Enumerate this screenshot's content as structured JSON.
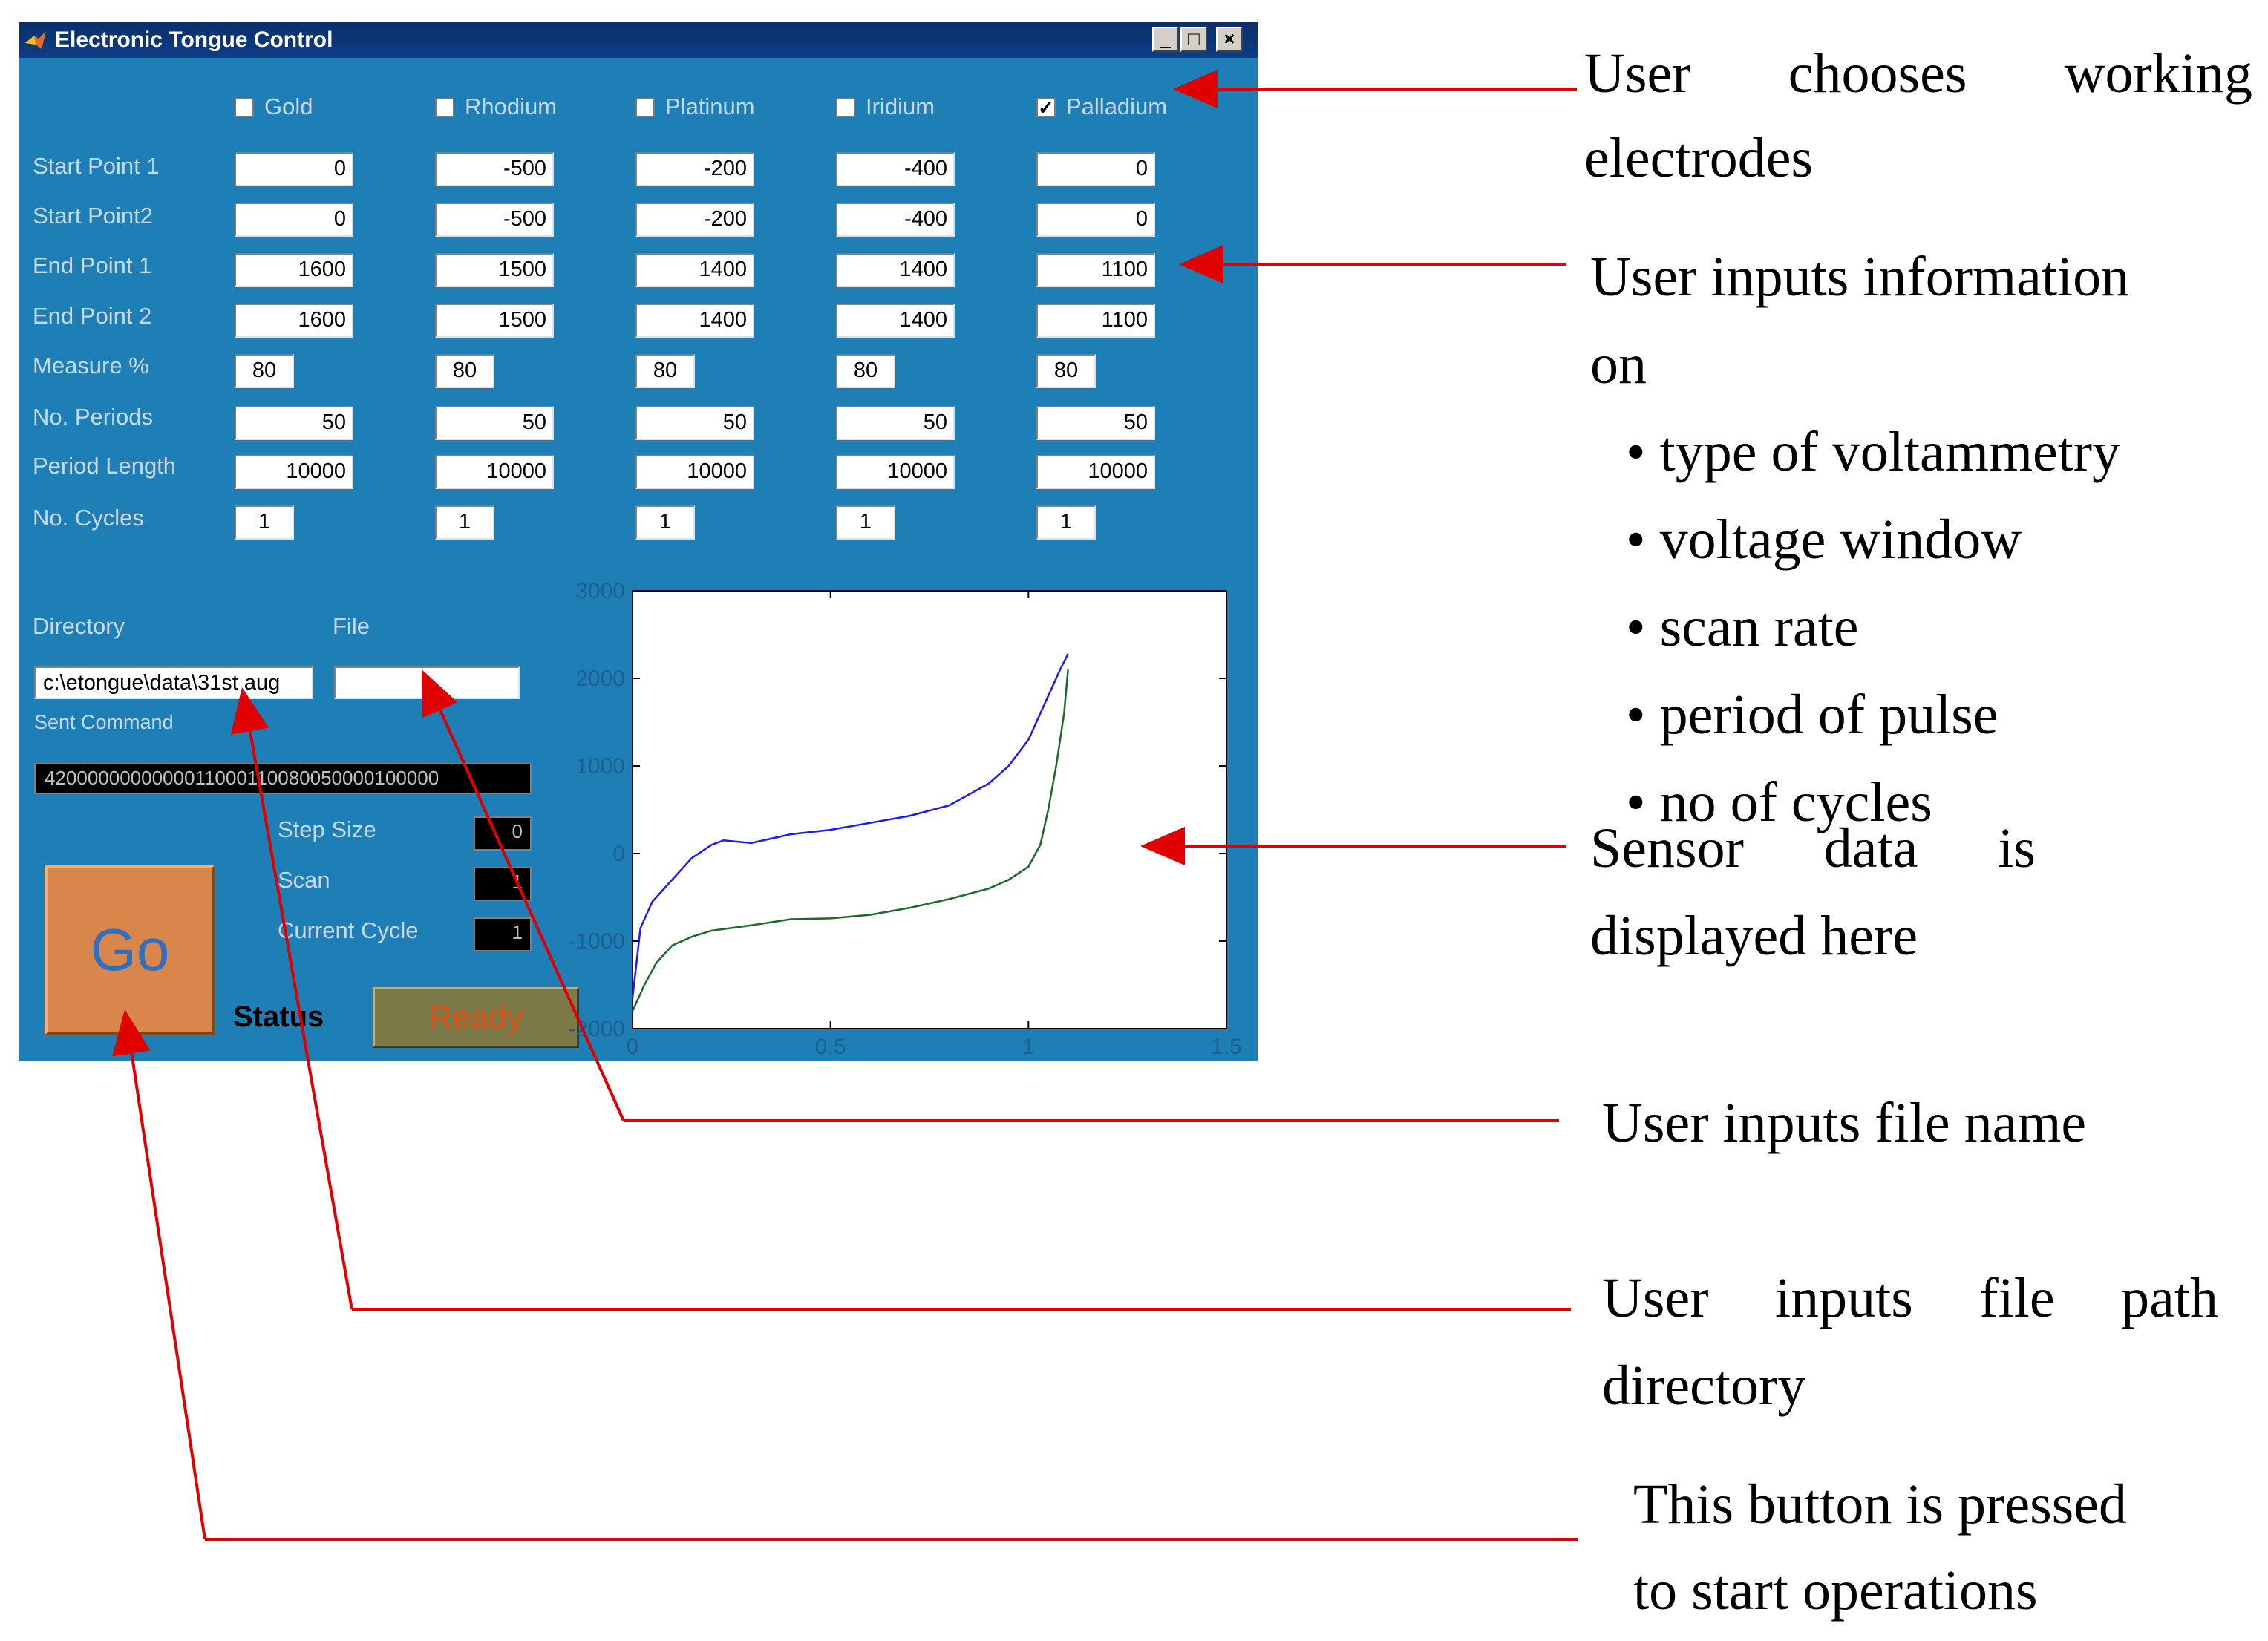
{
  "window": {
    "title": "Electronic Tongue Control",
    "controls": [
      "_",
      "□",
      "×"
    ]
  },
  "electrodes": [
    {
      "label": "Gold",
      "checked": false,
      "start1": "0",
      "start2": "0",
      "end1": "1600",
      "end2": "1600",
      "measure": "80",
      "periods": "50",
      "period_length": "10000",
      "cycles": "1"
    },
    {
      "label": "Rhodium",
      "checked": false,
      "start1": "-500",
      "start2": "-500",
      "end1": "1500",
      "end2": "1500",
      "measure": "80",
      "periods": "50",
      "period_length": "10000",
      "cycles": "1"
    },
    {
      "label": "Platinum",
      "checked": false,
      "start1": "-200",
      "start2": "-200",
      "end1": "1400",
      "end2": "1400",
      "measure": "80",
      "periods": "50",
      "period_length": "10000",
      "cycles": "1"
    },
    {
      "label": "Iridium",
      "checked": false,
      "start1": "-400",
      "start2": "-400",
      "end1": "1400",
      "end2": "1400",
      "measure": "80",
      "periods": "50",
      "period_length": "10000",
      "cycles": "1"
    },
    {
      "label": "Palladium",
      "checked": true,
      "start1": "0",
      "start2": "0",
      "end1": "1100",
      "end2": "1100",
      "measure": "80",
      "periods": "50",
      "period_length": "10000",
      "cycles": "1"
    }
  ],
  "row_labels": {
    "start1": "Start Point 1",
    "start2": "Start Point2",
    "end1": "End Point 1",
    "end2": "End Point 2",
    "measure": "Measure %",
    "periods": "No. Periods",
    "period_length": "Period Length",
    "cycles": "No. Cycles"
  },
  "directory": {
    "label": "Directory",
    "value": "c:\\etongue\\data\\31st aug"
  },
  "file": {
    "label": "File",
    "value": ""
  },
  "sent_command": {
    "label": "Sent Command",
    "value": "4200000000000011000110080050000100000"
  },
  "step_size": {
    "label": "Step Size",
    "value": "0"
  },
  "scan": {
    "label": "Scan",
    "value": "1"
  },
  "current_cycle": {
    "label": "Current Cycle",
    "value": "1"
  },
  "go_button": "Go",
  "status": {
    "label": "Status",
    "value": "Ready"
  },
  "chart_data": {
    "type": "line",
    "xlim": [
      0,
      1.5
    ],
    "ylim": [
      -2000,
      3000
    ],
    "x_ticks": [
      "0",
      "0.5",
      "1",
      "1.5"
    ],
    "y_ticks": [
      "3000",
      "2000",
      "1000",
      "0",
      "-1000",
      "-2000"
    ],
    "series": [
      {
        "color": "#1a1aff",
        "x": [
          0,
          0.02,
          0.05,
          0.1,
          0.15,
          0.2,
          0.23,
          0.3,
          0.4,
          0.5,
          0.6,
          0.7,
          0.8,
          0.9,
          0.95,
          1.0,
          1.03,
          1.06,
          1.08,
          1.1
        ],
        "y": [
          -1650,
          -850,
          -550,
          -300,
          -50,
          100,
          150,
          120,
          220,
          270,
          350,
          430,
          550,
          800,
          1000,
          1300,
          1600,
          1900,
          2100,
          2280
        ]
      },
      {
        "color": "#1a6a2a",
        "x": [
          0,
          0.03,
          0.06,
          0.1,
          0.15,
          0.2,
          0.3,
          0.4,
          0.5,
          0.6,
          0.7,
          0.8,
          0.9,
          0.95,
          1.0,
          1.03,
          1.05,
          1.07,
          1.09,
          1.1
        ],
        "y": [
          -1800,
          -1500,
          -1250,
          -1050,
          -950,
          -880,
          -820,
          -750,
          -740,
          -700,
          -620,
          -520,
          -400,
          -300,
          -150,
          100,
          500,
          1000,
          1600,
          2100
        ]
      }
    ],
    "colors": {
      "plot_bg": "#ffffff",
      "axes": "#000000",
      "tick_text": "#1f5f8f"
    }
  },
  "annotations": {
    "electrodes": [
      "User chooses working",
      "electrodes"
    ],
    "inputs": [
      "User inputs information",
      "on"
    ],
    "bullets": [
      "type of voltammetry",
      "voltage window",
      "scan rate",
      "period of pulse",
      "no of cycles"
    ],
    "sensor": [
      "Sensor data is",
      "displayed here"
    ],
    "file_name": "User inputs file name",
    "file_path": [
      "User inputs file path",
      "directory"
    ],
    "go": [
      "This button is pressed",
      "to start operations"
    ],
    "arrow_color": "#e00000"
  }
}
